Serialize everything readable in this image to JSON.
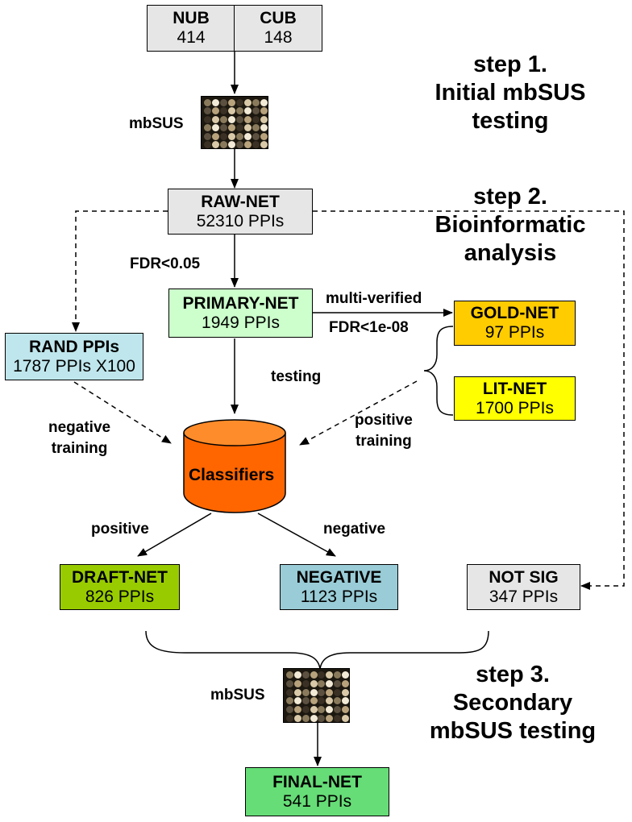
{
  "top": {
    "nub": {
      "label": "NUB",
      "value": "414"
    },
    "cub": {
      "label": "CUB",
      "value": "148"
    }
  },
  "plate_labels": {
    "first": "mbSUS",
    "second": "mbSUS"
  },
  "steps": {
    "step1": {
      "line1": "step 1.",
      "line2": "Initial mbSUS",
      "line3": "testing"
    },
    "step2": {
      "line1": "step 2.",
      "line2": "Bioinformatic",
      "line3": "analysis"
    },
    "step3": {
      "line1": "step 3.",
      "line2": "Secondary",
      "line3": "mbSUS testing"
    }
  },
  "nodes": {
    "raw": {
      "title": "RAW-NET",
      "value": "52310 PPIs",
      "color": "#e6e6e6"
    },
    "primary": {
      "title": "PRIMARY-NET",
      "value": "1949 PPIs",
      "color": "#ccffcc"
    },
    "gold": {
      "title": "GOLD-NET",
      "value": "97 PPIs",
      "color": "#ffcc00"
    },
    "lit": {
      "title": "LIT-NET",
      "value": "1700 PPIs",
      "color": "#ffff00"
    },
    "rand": {
      "title": "RAND PPIs",
      "value": "1787 PPIs X100",
      "color": "#bfe6ec"
    },
    "classifiers": {
      "title": "Classifiers",
      "color": "#ff6600"
    },
    "draft": {
      "title": "DRAFT-NET",
      "value": "826 PPIs",
      "color": "#99cc00"
    },
    "negative": {
      "title": "NEGATIVE",
      "value": "1123 PPIs",
      "color": "#99ccd6"
    },
    "notsig": {
      "title": "NOT SIG",
      "value": "347 PPIs",
      "color": "#e6e6e6"
    },
    "final": {
      "title": "FINAL-NET",
      "value": "541 PPIs",
      "color": "#66dd77"
    }
  },
  "edge_labels": {
    "fdr": "FDR<0.05",
    "multi": "multi-verified",
    "fdr2": "FDR<1e-08",
    "testing": "testing",
    "neg_training_1": "negative",
    "neg_training_2": "training",
    "pos_training_1": "positive",
    "pos_training_2": "training",
    "positive": "positive",
    "negative": "negative"
  }
}
